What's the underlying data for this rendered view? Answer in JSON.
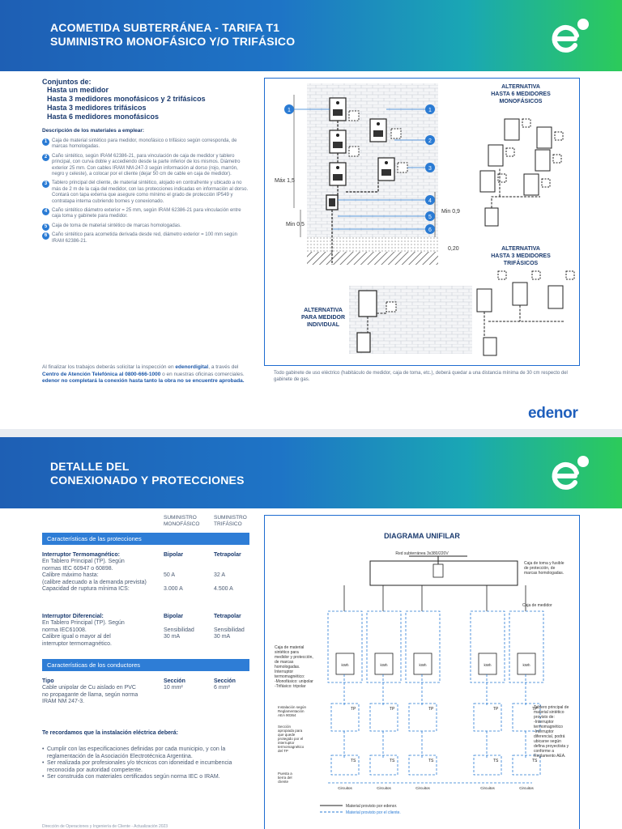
{
  "page1": {
    "title_line1": "ACOMETIDA SUBTERRÁNEA - TARIFA T1",
    "title_line2": "SUMINISTRO MONOFÁSICO Y/O TRIFÁSICO",
    "conjuntos_title": "Conjuntos de:",
    "conjuntos": [
      "Hasta un medidor",
      "Hasta 3 medidores monofásicos y 2 trifásicos",
      "Hasta 3 medidores trifásicos",
      "Hasta 6 medidores monofásicos"
    ],
    "desc_title": "Descripción de los materiales a emplear:",
    "materials": [
      {
        "n": "1",
        "text": "Caja de material sintético para medidor, monofásico o trifásico según corresponda, de marcas homologadas."
      },
      {
        "n": "2",
        "text": "Caño sintético, según IRAM 62386-21, para vinculación de caja de medidor y tablero principal, con curva doble y accediendo desde la parte inferior de los mismos. Diámetro exterior 25 mm. Con cables IRAM NM-247-3 según información al dorso (rojo, marrón, negro y celeste), a colocar por el cliente (dejar 50 cm de cable en caja de medidor)."
      },
      {
        "n": "3",
        "text": "Tablero principal del cliente, de material sintético, alojado en contrafrente y ubicado a no más de 2 m de la caja del medidor, con las protecciones indicadas en información al dorso. Contará con tapa externa que asegure como mínimo el grado de protección IP549 y contratapa interna cubriendo bornes y conexionado."
      },
      {
        "n": "4",
        "text": "Caño sintético diámetro exterior = 25 mm, según IRAM 62386-21 para vinculación entre caja toma y gabinete para medidor."
      },
      {
        "n": "5",
        "text": "Caja de toma de material sintético de marcas homologadas."
      },
      {
        "n": "6",
        "text": "Caño sintético para acometida derivada desde red, diámetro exterior = 100 mm según IRAM 62386-21."
      }
    ],
    "final_note_1": "Al finalizar los trabajos deberás solicitar la inspección en ",
    "final_note_2": "edenordigital",
    "final_note_3": ", a través del ",
    "final_note_4": "Centro de Atención Telefónica al 0800-666-1000",
    "final_note_5": " o en nuestras oficinas comerciales. ",
    "final_note_6": "edenor no completará la conexión hasta tanto la obra no se encuentre aprobada.",
    "gab_note": "Todo gabinete de uso eléctrico (habitáculo de medidor, caja de toma, etc.), deberá quedar a una distancia mínima de 30 cm respecto del gabinete de gas.",
    "edenor": "edenor",
    "diagram": {
      "alt6_line1": "ALTERNATIVA",
      "alt6_line2": "HASTA 6 MEDIDORES",
      "alt6_line3": "MONOFÁSICOS",
      "alt3_line1": "ALTERNATIVA",
      "alt3_line2": "HASTA 3 MEDIDORES",
      "alt3_line3": "TRIFÁSICOS",
      "altind_line1": "ALTERNATIVA",
      "altind_line2": "PARA MEDIDOR",
      "altind_line3": "INDIVIDUAL",
      "max15": "Máx 1,5",
      "min05": "Min 0,5",
      "min09": "Min 0,9",
      "d020": "0,20",
      "callouts": [
        "1",
        "1",
        "2",
        "3",
        "4",
        "5",
        "6"
      ]
    }
  },
  "page2": {
    "title_line1": "DETALLE DEL",
    "title_line2": "CONEXIONADO Y PROTECCIONES",
    "sum_mono_1": "SUMINISTRO",
    "sum_mono_2": "MONOFÁSICO",
    "sum_tri_1": "SUMINISTRO",
    "sum_tri_2": "TRIFÁSICO",
    "sec_protecciones": "Características de las protecciones",
    "termo_title": "Interruptor Termomagnético:",
    "termo_lines": [
      "En Tablero Principal (TP). Según",
      "normas IEC 60947 o 60898.",
      "Calibre máximo hasta:",
      "(calibre adecuado a la demanda prevista)",
      "Capacidad de ruptura mínima ICS:"
    ],
    "termo_mono": [
      "Bipolar",
      "",
      "",
      "50 A",
      "",
      "3.000 A"
    ],
    "termo_tri": [
      "Tetrapolar",
      "",
      "",
      "32 A",
      "",
      "4.500 A"
    ],
    "dif_title": "Interruptor Diferencial:",
    "dif_lines": [
      "En Tablero Principal (TP). Según",
      "norma IEC61008.",
      "Calibre igual o mayor al del",
      "interruptor termomagnético."
    ],
    "dif_mono": [
      "Bipolar",
      "",
      "Sensibilidad",
      "30 mA"
    ],
    "dif_tri": [
      "Tetrapolar",
      "",
      "Sensibilidad",
      "30 mA"
    ],
    "sec_conductores": "Características de los conductores",
    "tipo_title": "Tipo",
    "tipo_lines": [
      "Cable unipolar de Cu aislado en PVC",
      "no propagante de llama, según norma",
      "IRAM NM 247-3."
    ],
    "seccion_label": "Sección",
    "seccion_mono": "10 mm²",
    "seccion_tri": "6 mm²",
    "rec_title": "Te recordamos que la instalación eléctrica deberá:",
    "rec_items": [
      "Cumplir con las especificaciones definidas por cada municipio, y con la reglamentación de la Asociación Electrotécnica Argentina.",
      "Ser realizada por profesionales y/o técnicos con idoneidad e incumbencia reconocida por autoridad competente.",
      "Ser construida con materiales certificados según norma IEC o IRAM."
    ],
    "footer": "Dirección de Operaciones y Ingeniería de Cliente - Actualización 2023",
    "unifilar": {
      "title": "DIAGRAMA UNIFILAR",
      "red": "Red subterránea  3x380/220V",
      "caja_toma": [
        "Caja de toma y fusible",
        "de protección, de",
        "marcas homologadas."
      ],
      "caja_medidor": "Caja de medidor",
      "caja_material": [
        "Caja de material",
        "sintético para",
        "medidor y protección,",
        "de marcas",
        "homologadas.",
        "Interruptor",
        "termomagnético:",
        "-Monofásico: unipolar",
        "-Trifásico: tripolar"
      ],
      "tablero": [
        "Tablero principal de",
        "material sintético",
        "provisto de:",
        "-Interruptor",
        "termomagnético",
        "-Interruptor",
        "diferencial, podrá",
        "ubicarse según",
        "defina proyectista y",
        "conforme a",
        "Reglamento AEA."
      ],
      "instalacion": [
        "Instalación según",
        "Reglamentación",
        "AEA 90364"
      ],
      "seccion_apropiada": [
        "Sección",
        "apropiada para",
        "que quede",
        "protegido por el",
        "interruptor",
        "termomagnético",
        "del TP"
      ],
      "puesta": [
        "Puesta a",
        "tierra del",
        "cliente"
      ],
      "kwh": "kWh",
      "tp": "TP",
      "ts": "TS",
      "circuitos": "Circuitos",
      "legend_solid": "Material provisto por edenor.",
      "legend_dashed": "Material provisto por el cliente."
    }
  }
}
